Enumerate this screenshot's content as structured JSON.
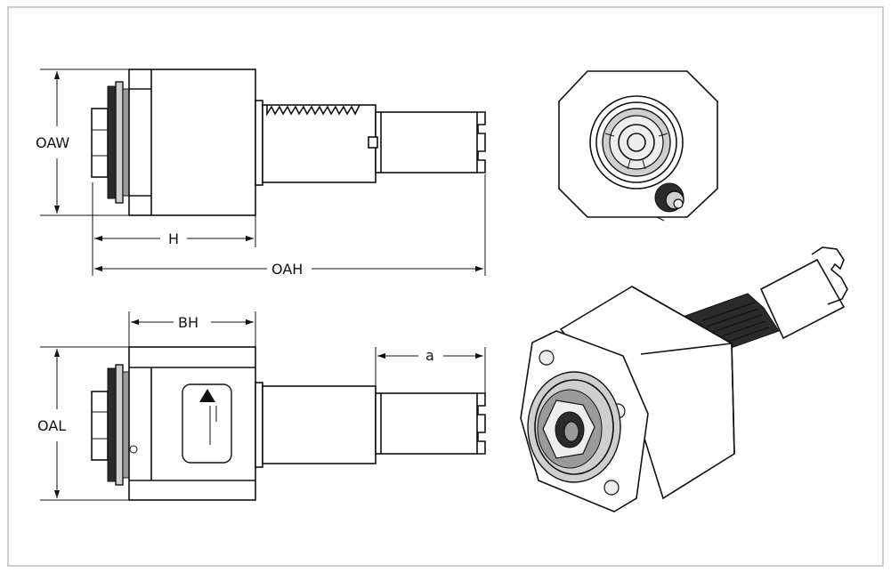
{
  "dimensions": {
    "oaw": "OAW",
    "h": "H",
    "oah": "OAH",
    "bh": "BH",
    "a": "a",
    "oal": "OAL"
  },
  "colors": {
    "line": "#111111",
    "frame": "#bdbdbd",
    "shade_dark": "#2b2b2b",
    "shade_mid": "#9a9a9a",
    "shade_light": "#eeeeee"
  },
  "icons": {
    "arrow": "filled-triangle-arrowhead",
    "logo": "triangle-brand-mark"
  }
}
